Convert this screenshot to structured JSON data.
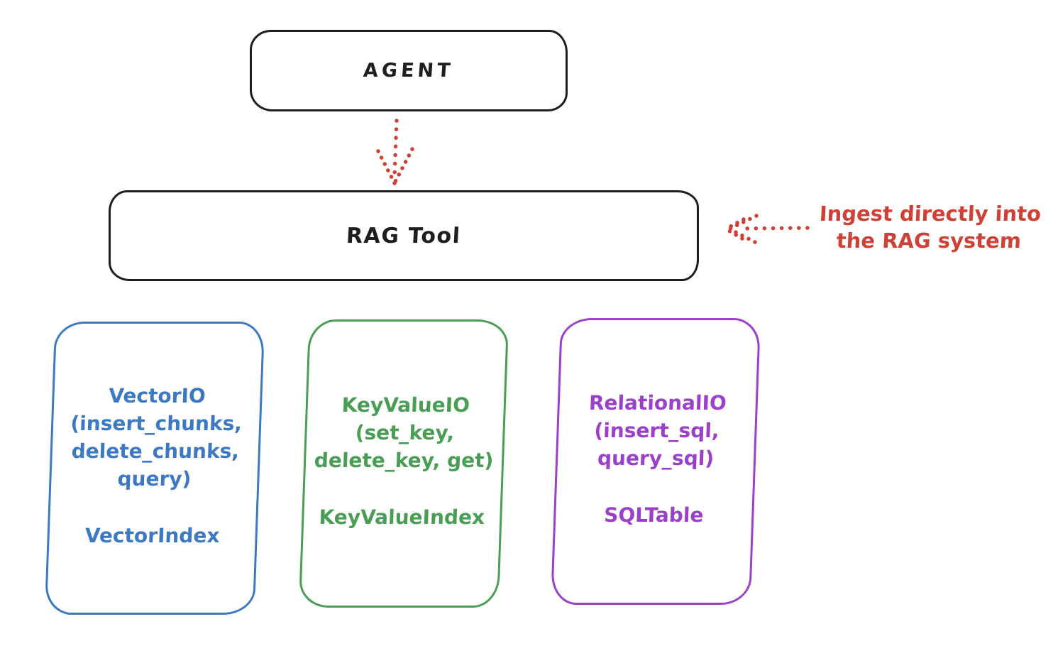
{
  "colors": {
    "ink": "#1e1e1e",
    "red": "#cf4036",
    "blue": "#3d79c2",
    "green": "#4a9d55",
    "purple": "#9a41c8"
  },
  "agent": {
    "label": "AGENT"
  },
  "rag_tool": {
    "label": "RAG Tool"
  },
  "annotation": {
    "line1": "Ingest directly into",
    "line2": "the RAG system"
  },
  "boxes": {
    "vector": {
      "title": "VectorIO",
      "params": [
        "(insert_chunks,",
        "delete_chunks,",
        "query)"
      ],
      "index_label": "VectorIndex"
    },
    "keyvalue": {
      "title": "KeyValueIO",
      "params": [
        "(set_key,",
        "delete_key, get)"
      ],
      "index_label": "KeyValueIndex"
    },
    "relational": {
      "title": "RelationalIO",
      "params": [
        "(insert_sql,",
        "query_sql)"
      ],
      "index_label": "SQLTable"
    }
  }
}
